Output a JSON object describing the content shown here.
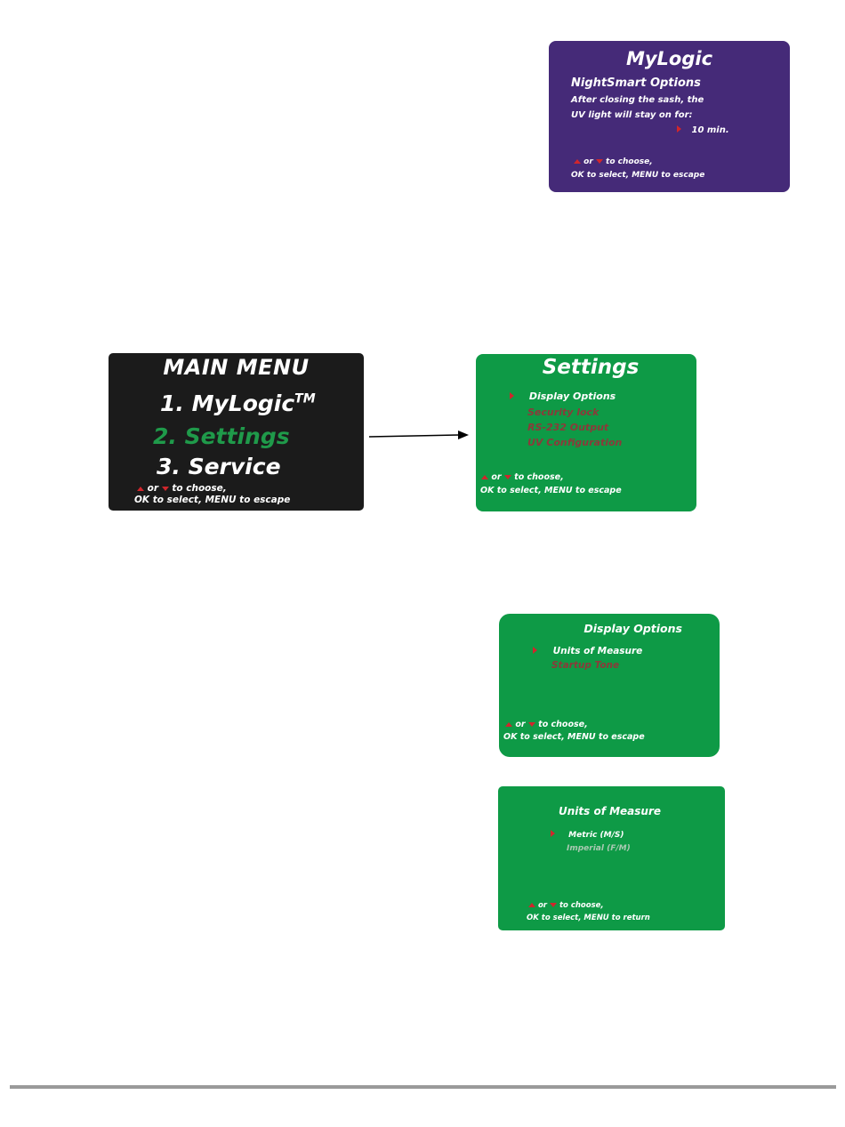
{
  "mylogic_screen": {
    "title": "MyLogic",
    "subtitle": "NightSmart Options",
    "line1": "After closing the sash, the",
    "line2": "UV light will stay on for:",
    "value": "10 min.",
    "hint_choose": "to choose,",
    "hint_or": "or",
    "hint_select": "OK to select, MENU to escape",
    "bg_color": "#452a78"
  },
  "main_menu": {
    "title": "MAIN MENU",
    "items": [
      {
        "label": "1. MyLogic",
        "suffix": "TM"
      },
      {
        "label": "2. Settings"
      },
      {
        "label": "3. Service"
      }
    ],
    "hint_or": "or",
    "hint_choose": "to choose,",
    "hint_select": "OK to select, MENU to escape",
    "bg_color": "#1b1b1b",
    "highlight_color": "#1f9a4a"
  },
  "settings_screen": {
    "title": "Settings",
    "items": [
      "Display Options",
      "Security lock",
      "RS-232 Output",
      "UV Configuration"
    ],
    "hint_or": "or",
    "hint_choose": "to choose,",
    "hint_select": "OK to select, MENU to escape",
    "bg_color": "#0e9a46"
  },
  "display_options_screen": {
    "title": "Display Options",
    "items": [
      "Units of Measure",
      "Startup Tone"
    ],
    "hint_or": "or",
    "hint_choose": "to choose,",
    "hint_select": "OK to select, MENU to escape"
  },
  "units_screen": {
    "title": "Units of Measure",
    "items": [
      "Metric (M/S)",
      "Imperial (F/M)"
    ],
    "hint_or": "or",
    "hint_choose": "to choose,",
    "hint_select": "OK to select, MENU to return"
  }
}
